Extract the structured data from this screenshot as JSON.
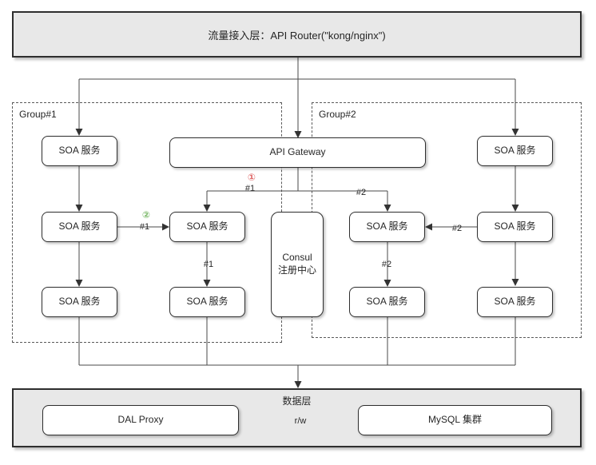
{
  "title_bar": {
    "label": "流量接入层：API Router(\"kong/nginx\")"
  },
  "groups": {
    "group1": {
      "label": "Group#1"
    },
    "group2": {
      "label": "Group#2"
    }
  },
  "nodes": {
    "soa_label": "SOA 服务",
    "api_gateway": "API Gateway",
    "consul_line1": "Consul",
    "consul_line2": "注册中心",
    "dal_proxy": "DAL Proxy",
    "mysql_cluster": "MySQL 集群"
  },
  "data_layer": {
    "label": "数据层"
  },
  "edge_labels": {
    "badge1": "①",
    "badge2": "②",
    "gateway_left": "#1",
    "gateway_right": "#2",
    "cross_left": "#1",
    "down_left": "#1",
    "cross_right": "#2",
    "down_right": "#2",
    "rw": "r/w"
  },
  "colors": {
    "bar_fill": "#e8e8e8",
    "line": "#4a4a4a",
    "badge1": "#e06c6c",
    "badge2": "#7cb96a"
  }
}
